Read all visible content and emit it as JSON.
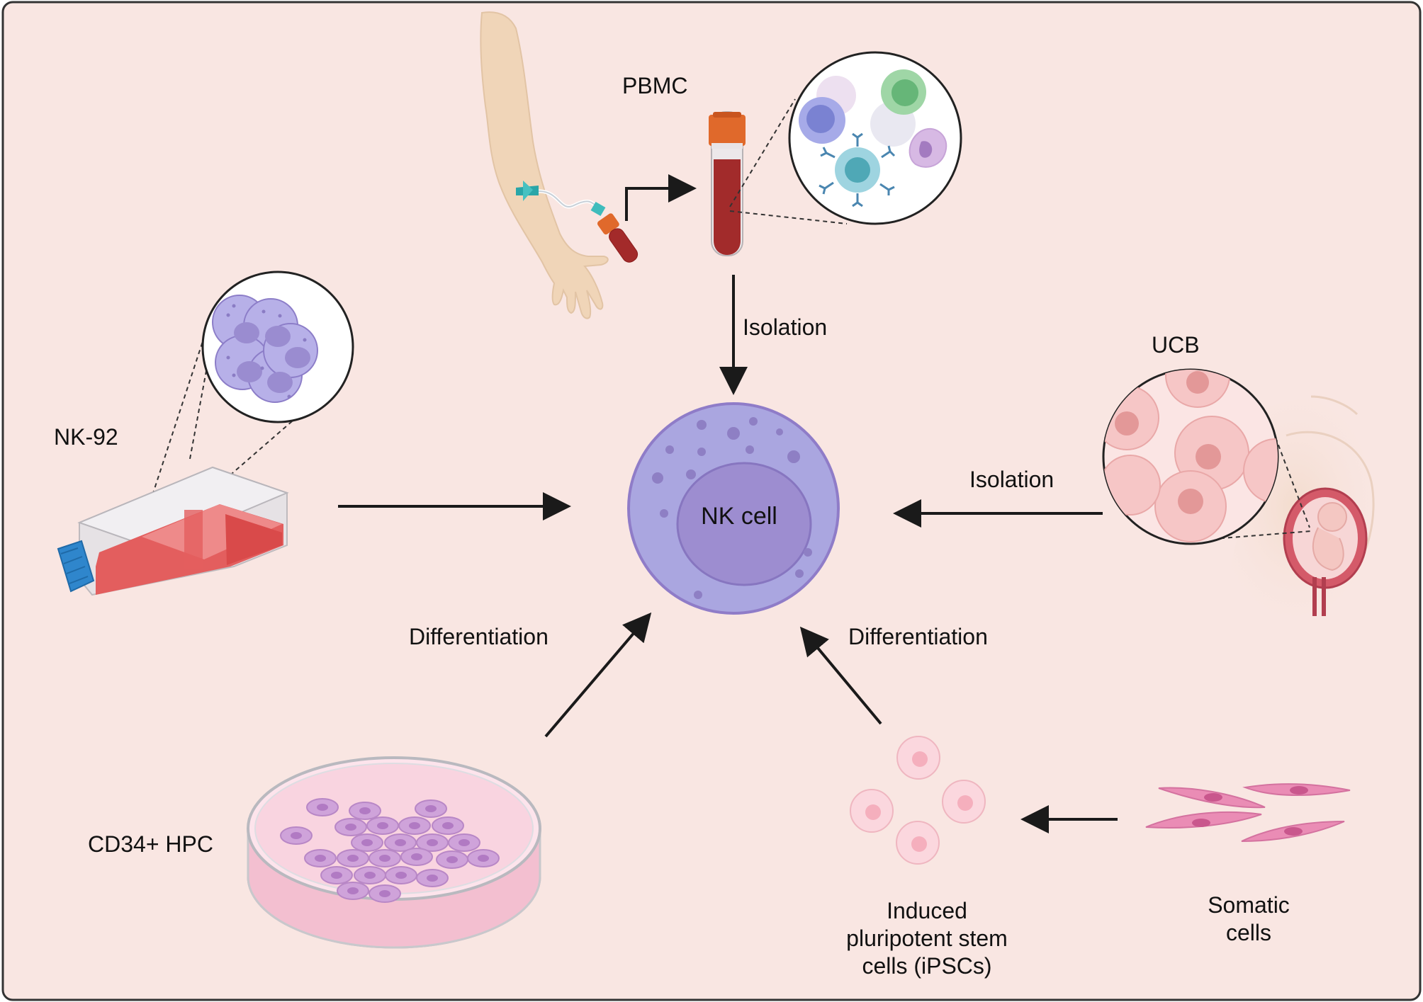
{
  "colors": {
    "background": "#f9e6e2",
    "border": "#333333",
    "arrow": "#1a1a1a",
    "nk_cell_outer": "#a9a5e0",
    "nk_cell_nucleus": "#9a8ccf",
    "blood": "#9c2a2a",
    "tube_cap": "#e0692b",
    "flask_media": "#e05f5f",
    "flask_cap": "#2f86cc",
    "dish_pink": "#f8c8d8",
    "hpc_cell": "#c79ad6",
    "ipsc_cell": "#f8c9d1",
    "somatic_cell": "#e98bb3"
  },
  "icons": [
    "arm-blood-draw-icon",
    "blood-tube-icon",
    "pbmc-cells-icon",
    "nk92-cells-icon",
    "culture-flask-icon",
    "ucb-cells-icon",
    "pregnant-womb-icon",
    "petri-dish-icon",
    "ipsc-cells-icon",
    "somatic-cells-icon"
  ],
  "labels": {
    "pbmc": "PBMC",
    "isolation_top": "Isolation",
    "nk92": "NK-92",
    "nk_cell": "NK cell",
    "ucb": "UCB",
    "isolation_right": "Isolation",
    "differentiation_left": "Differentiation",
    "differentiation_right": "Differentiation",
    "cd34_hpc": "CD34+ HPC",
    "ipsc_line1": "Induced",
    "ipsc_line2": "pluripotent stem",
    "ipsc_line3": "cells (iPSCs)",
    "somatic_line1": "Somatic",
    "somatic_line2": "cells"
  }
}
